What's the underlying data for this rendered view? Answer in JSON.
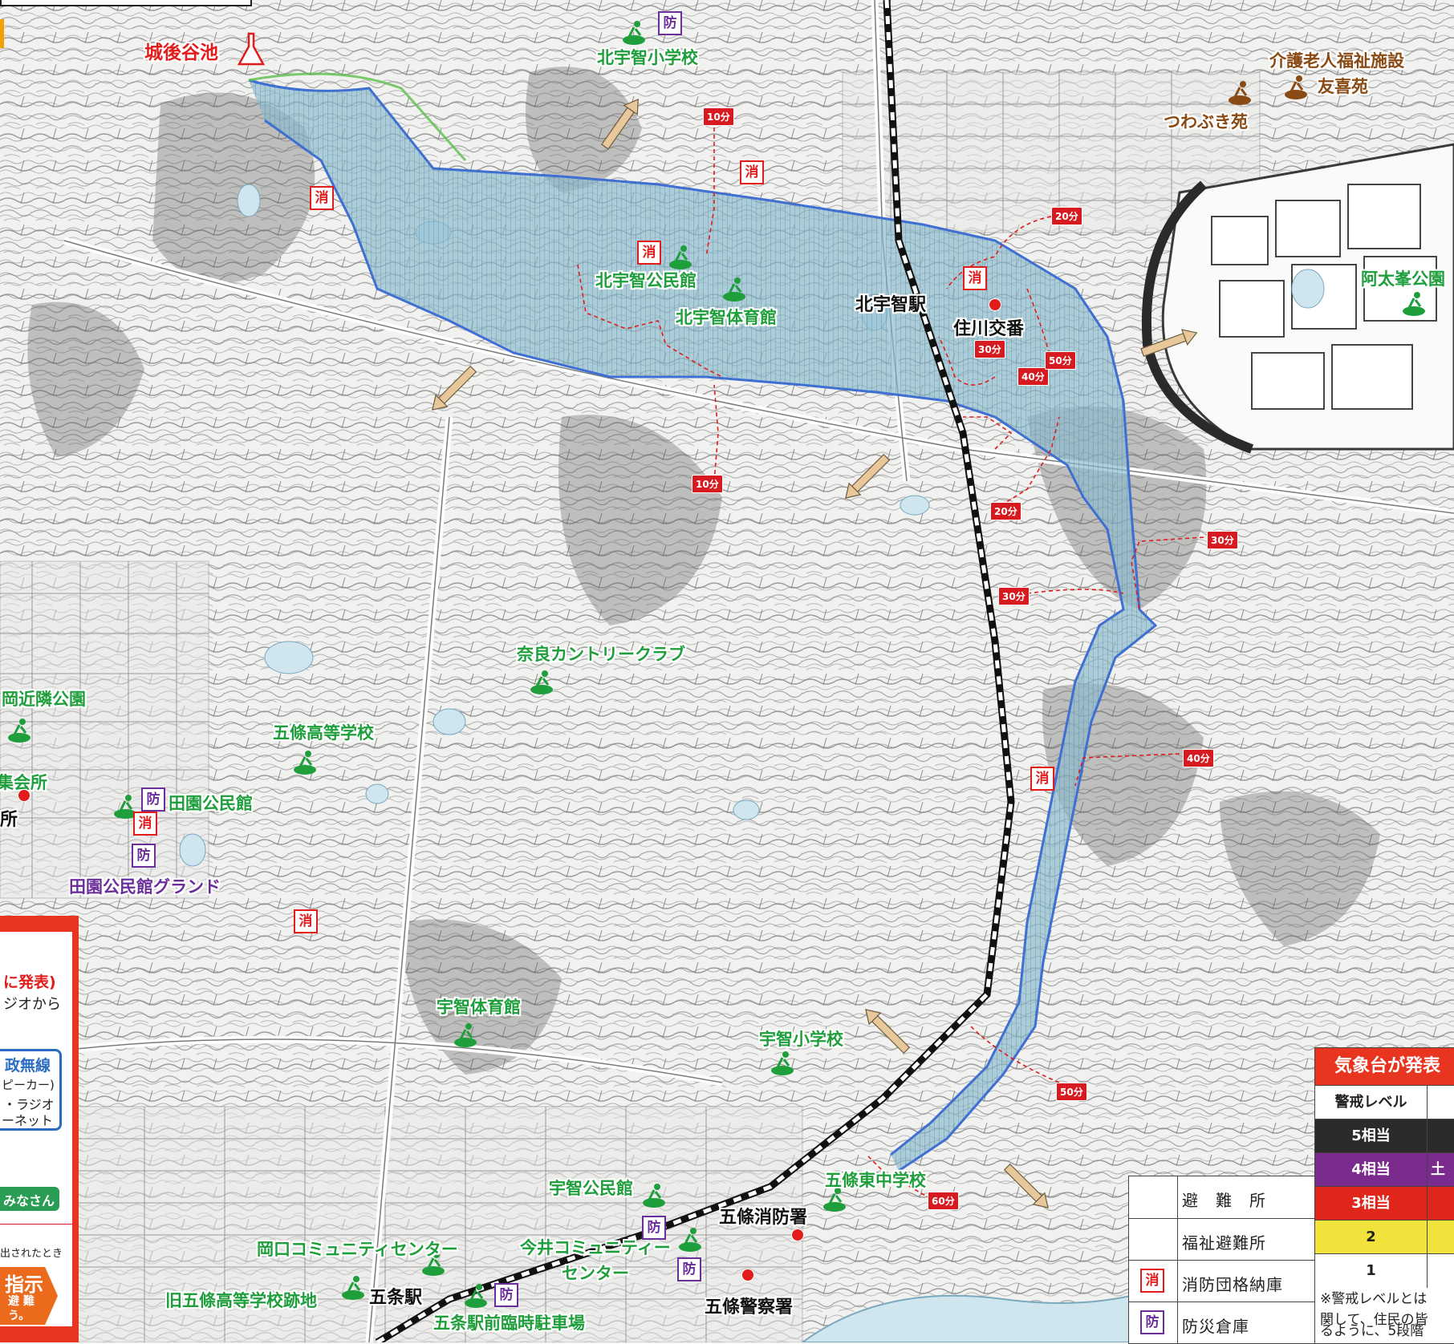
{
  "places": {
    "ikeyama": "城後谷池",
    "kita_uchi_school": "北宇智小学校",
    "kita_uchi_hall": "北宇智公民館",
    "kita_uchi_gym": "北宇智体育館",
    "kita_uchi_station": "北宇智駅",
    "sumikawa_koban": "住川交番",
    "kaigo_facility_1": "介護老人福祉施設",
    "kaigo_facility_2": "友喜苑",
    "tsuwabuki": "つわぶき苑",
    "ata_park": "阿太峯公園",
    "nara_cc": "奈良カントリークラブ",
    "gojo_high": "五條高等学校",
    "oka_park": "岡近隣公園",
    "kaisho": "集会所",
    "sho": "所",
    "denen_hall": "田園公民館",
    "denen_ground": "田園公民館グランド",
    "uchi_gym": "宇智体育館",
    "uchi_school": "宇智小学校",
    "gojo_east_jhs": "五條東中学校",
    "uchi_hall": "宇智公民館",
    "gojo_fire": "五條消防署",
    "gojo_police": "五條警察署",
    "okaguchi_cc": "岡口コミュニティセンター",
    "imai_cc": "今井コミュニティー",
    "center": "センター",
    "old_gojo_high": "旧五條高等学校跡地",
    "gojo_station": "五条駅",
    "gojo_station_parking": "五条駅前臨時駐車場"
  },
  "markers": {
    "fire_storage": "消",
    "disaster_storage": "防"
  },
  "time_labels": [
    "10分",
    "10分",
    "20分",
    "20分",
    "30分",
    "30分",
    "30分",
    "40分",
    "40分",
    "50分",
    "50分",
    "60分"
  ],
  "legend": {
    "shelter": "避　難　所",
    "welfare_shelter": "福祉避難所",
    "fire_storage": "消防団格納庫",
    "disaster_storage": "防災倉庫"
  },
  "warning_table": {
    "header": "気象台が発表",
    "col_header": "警戒レベル",
    "col_header_2": "",
    "rows": [
      {
        "level": "5相当",
        "extra": "",
        "color": "#2b2b2b"
      },
      {
        "level": "4相当",
        "extra": "土",
        "color": "#7b2a8e"
      },
      {
        "level": "3相当",
        "extra": "",
        "color": "#e0261b"
      },
      {
        "level": "2",
        "extra": "",
        "color": "#f2e23c"
      },
      {
        "level": "1",
        "extra": "",
        "color": "#ffffff"
      }
    ],
    "note_1": "※警戒レベルとは",
    "note_2": "関して、住民の皆",
    "note_3": "るように、5段階"
  },
  "left_panel": {
    "line1": "に発表)",
    "line2": "ジオから",
    "line3": "政無線",
    "line4": "ピーカー)",
    "line5": "・ラジオ",
    "line6": "ーネット",
    "line7": "みなさん",
    "line8": "出されたとき",
    "line9": "指示",
    "line10": "避 難",
    "line11": "う。"
  },
  "colors": {
    "shelter_green": "#1f9e3c",
    "welfare_brown": "#8a4a14",
    "fire_red": "#e21b1b",
    "storage_purple": "#6b2f9b",
    "flood_blue": "#3e6fd1",
    "flood_fill": "#7fb3c9"
  }
}
